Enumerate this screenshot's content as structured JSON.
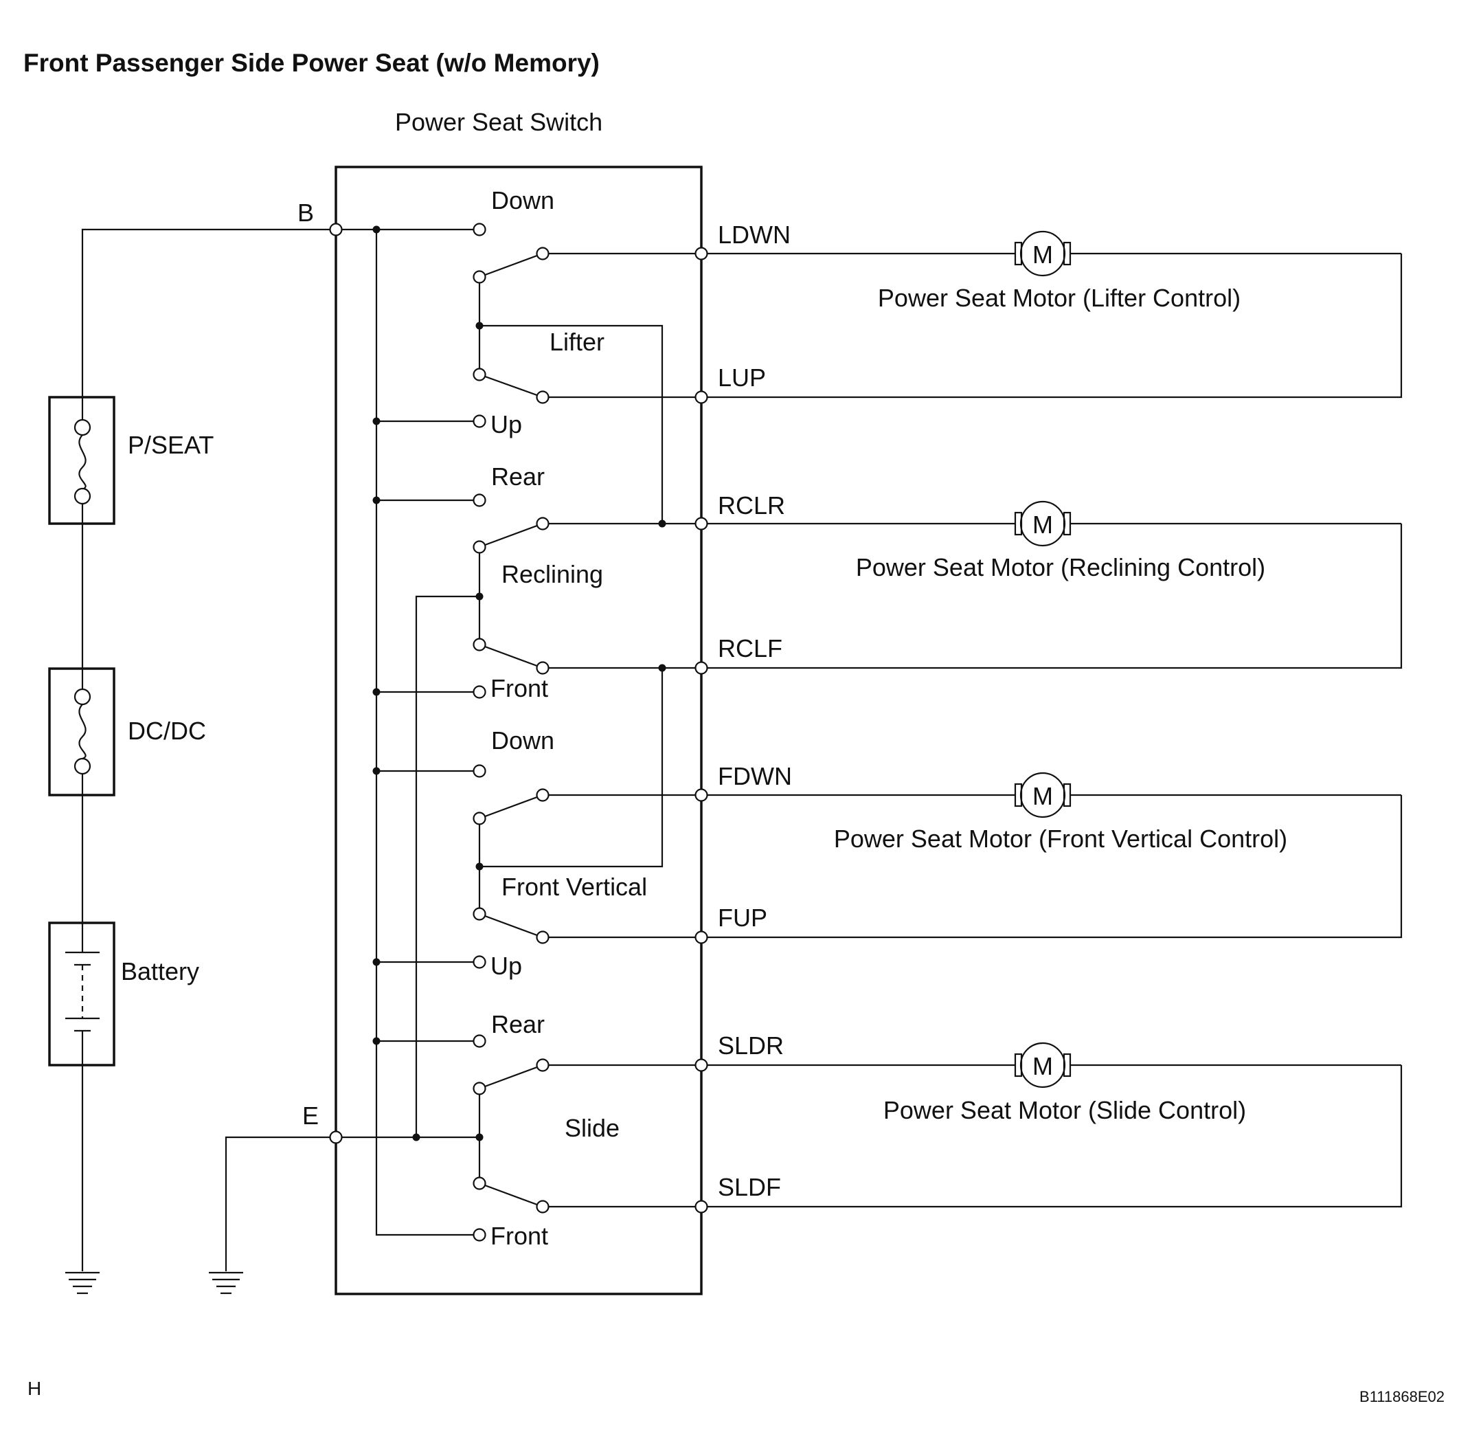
{
  "title": "Front Passenger Side Power Seat (w/o Memory)",
  "switch": {
    "label": "Power Seat Switch",
    "terminal_b": "B",
    "terminal_e": "E"
  },
  "supply": {
    "fuse_pseat": "P/SEAT",
    "fuse_dcdc": "DC/DC",
    "battery": "Battery"
  },
  "groups": [
    {
      "name": "Lifter",
      "upper_pos": "Down",
      "lower_pos": "Up",
      "upper_terminal": "LDWN",
      "lower_terminal": "LUP",
      "motor_label": "Power Seat Motor (Lifter Control)"
    },
    {
      "name": "Reclining",
      "upper_pos": "Rear",
      "lower_pos": "Front",
      "upper_terminal": "RCLR",
      "lower_terminal": "RCLF",
      "motor_label": "Power Seat Motor (Reclining Control)"
    },
    {
      "name": "Front Vertical",
      "upper_pos": "Down",
      "lower_pos": "Up",
      "upper_terminal": "FDWN",
      "lower_terminal": "FUP",
      "motor_label": "Power Seat Motor (Front Vertical Control)"
    },
    {
      "name": "Slide",
      "upper_pos": "Rear",
      "lower_pos": "Front",
      "upper_terminal": "SLDR",
      "lower_terminal": "SLDF",
      "motor_label": "Power Seat Motor (Slide Control)"
    }
  ],
  "motor_symbol": "M",
  "footer_left": "H",
  "footer_code": "B111868E02"
}
